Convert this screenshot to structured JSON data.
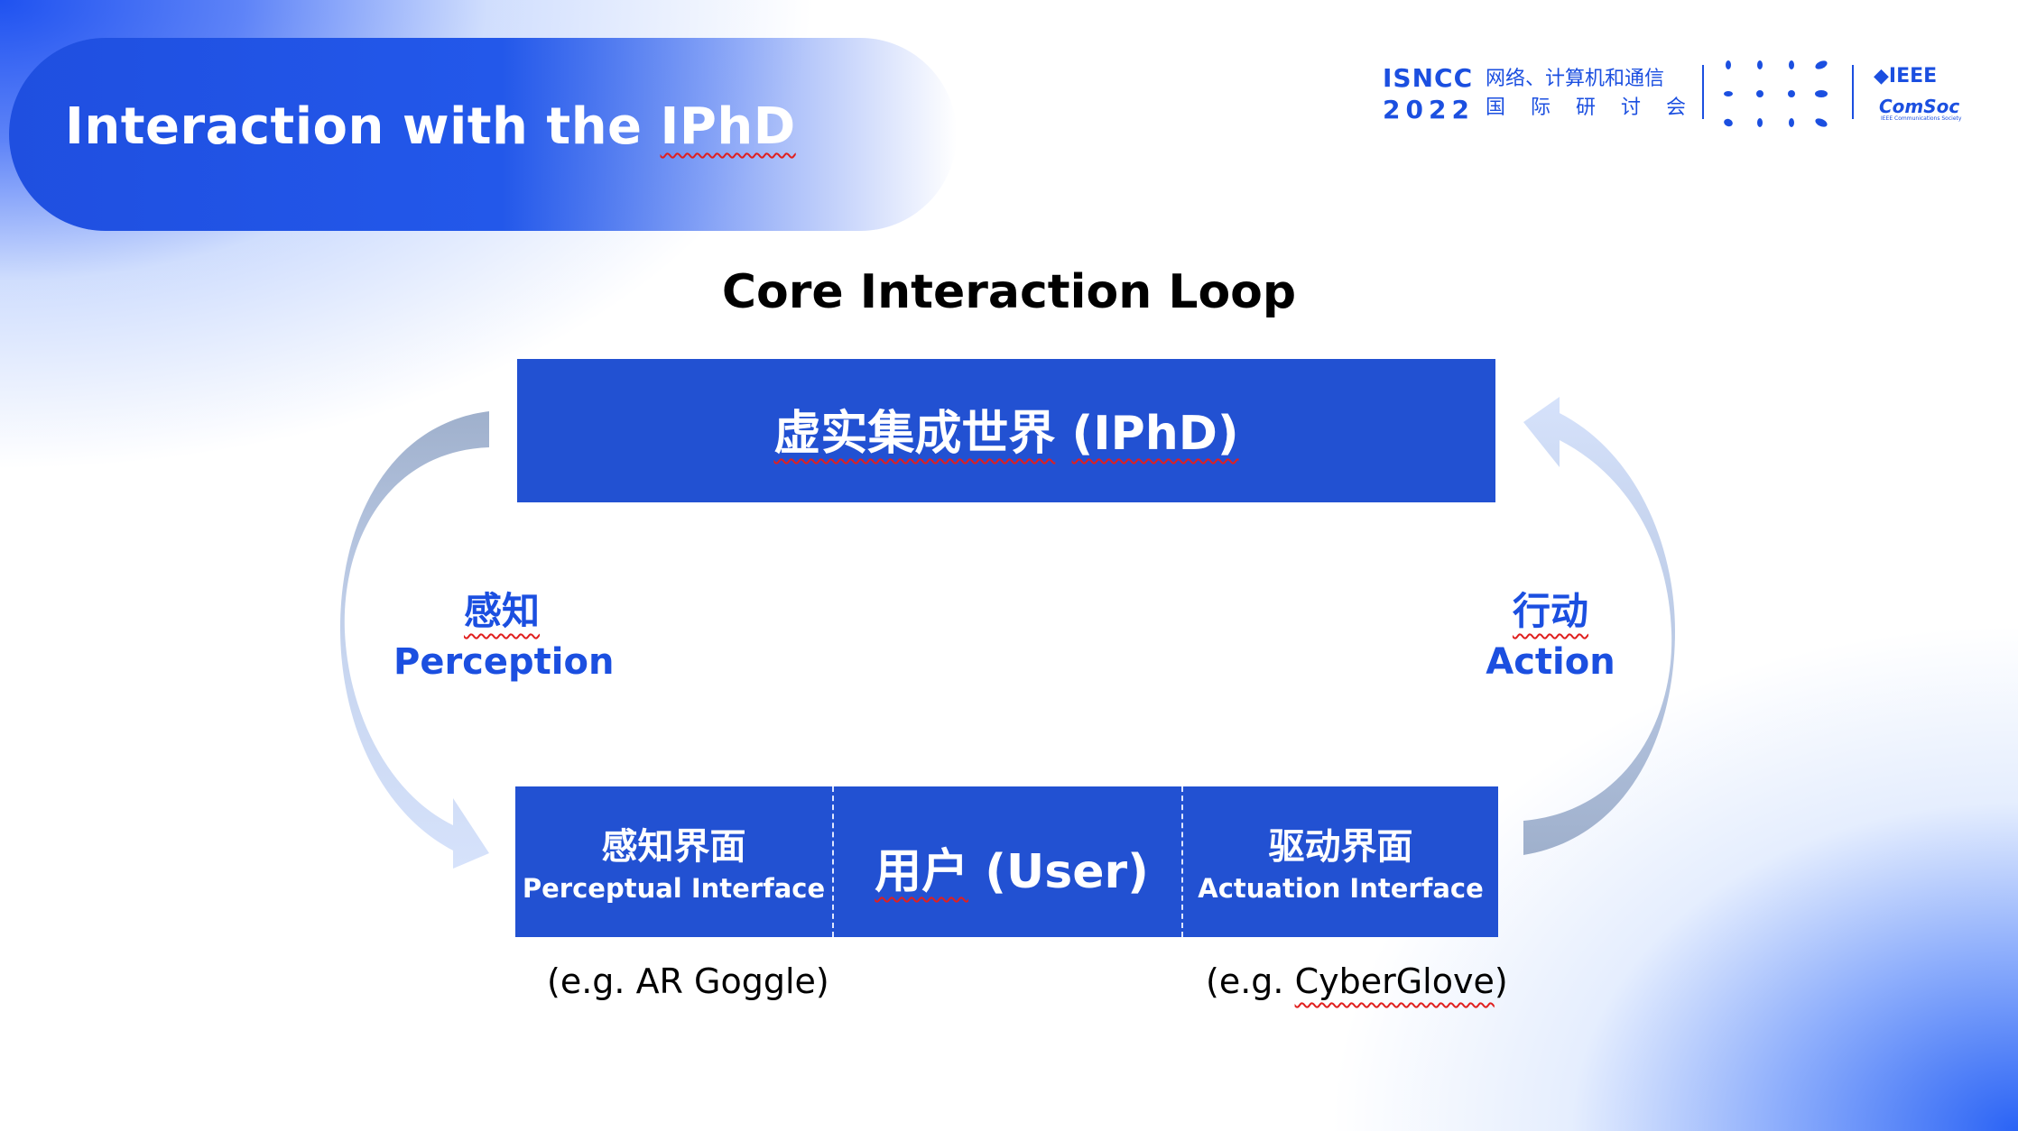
{
  "title": {
    "prefix": "Interaction with the ",
    "emphasis": "IPhD"
  },
  "logos": {
    "isncc_line1": "ISNCC",
    "isncc_line2": "2022",
    "cn_line1": "网络、计算机和通信",
    "cn_line2": "国际研讨会",
    "ieee": "IEEE",
    "comsoc": "ComSoc",
    "comsoc_sub": "IEEE Communications Society"
  },
  "diagram": {
    "title": "Core Interaction Loop",
    "world": {
      "cn": "虚实集成世界",
      "en": "(IPhD)"
    },
    "perception": {
      "cn": "感知",
      "en": "Perception"
    },
    "action": {
      "cn": "行动",
      "en": "Action"
    },
    "perceptual_interface": {
      "cn": "感知界面",
      "en": "Perceptual Interface",
      "example_prefix": "(e.g. ",
      "example_name": "AR Goggle",
      "example_suffix": ")"
    },
    "user": {
      "cn": "用户",
      "en": "(User)"
    },
    "actuation_interface": {
      "cn": "驱动界面",
      "en": "Actuation Interface",
      "example_prefix": "(e.g. ",
      "example_name": "CyberGlove",
      "example_suffix": ")"
    }
  },
  "colors": {
    "brand_blue": "#1b4fe0",
    "box_blue": "#2251d2",
    "error_underline": "#e0201f"
  }
}
